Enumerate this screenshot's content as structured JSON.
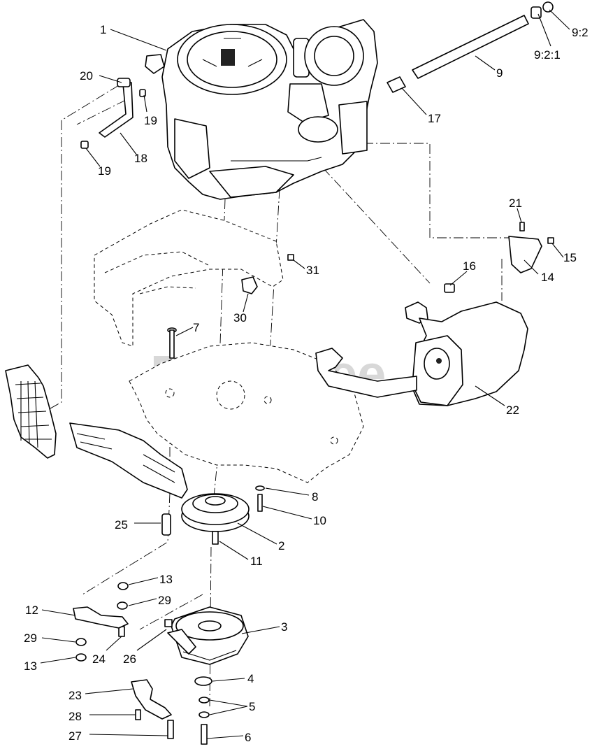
{
  "watermark": "PartsTree",
  "callouts": [
    {
      "id": "c1",
      "text": "1"
    },
    {
      "id": "c9_2",
      "text": "9:2"
    },
    {
      "id": "c9_2_1",
      "text": "9:2:1"
    },
    {
      "id": "c9",
      "text": "9"
    },
    {
      "id": "c20",
      "text": "20"
    },
    {
      "id": "c19a",
      "text": "19"
    },
    {
      "id": "c17",
      "text": "17"
    },
    {
      "id": "c19b",
      "text": "19"
    },
    {
      "id": "c18",
      "text": "18"
    },
    {
      "id": "c21",
      "text": "21"
    },
    {
      "id": "c15",
      "text": "15"
    },
    {
      "id": "c31",
      "text": "31"
    },
    {
      "id": "c14",
      "text": "14"
    },
    {
      "id": "c16",
      "text": "16"
    },
    {
      "id": "c30",
      "text": "30"
    },
    {
      "id": "c7",
      "text": "7"
    },
    {
      "id": "c22",
      "text": "22"
    },
    {
      "id": "c8",
      "text": "8"
    },
    {
      "id": "c10",
      "text": "10"
    },
    {
      "id": "c25",
      "text": "25"
    },
    {
      "id": "c2",
      "text": "2"
    },
    {
      "id": "c11",
      "text": "11"
    },
    {
      "id": "c13a",
      "text": "13"
    },
    {
      "id": "c29a",
      "text": "29"
    },
    {
      "id": "c12",
      "text": "12"
    },
    {
      "id": "c3",
      "text": "3"
    },
    {
      "id": "c29b",
      "text": "29"
    },
    {
      "id": "c24",
      "text": "24"
    },
    {
      "id": "c26",
      "text": "26"
    },
    {
      "id": "c13b",
      "text": "13"
    },
    {
      "id": "c4",
      "text": "4"
    },
    {
      "id": "c23",
      "text": "23"
    },
    {
      "id": "c5",
      "text": "5"
    },
    {
      "id": "c28",
      "text": "28"
    },
    {
      "id": "c27",
      "text": "27"
    },
    {
      "id": "c6",
      "text": "6"
    }
  ]
}
